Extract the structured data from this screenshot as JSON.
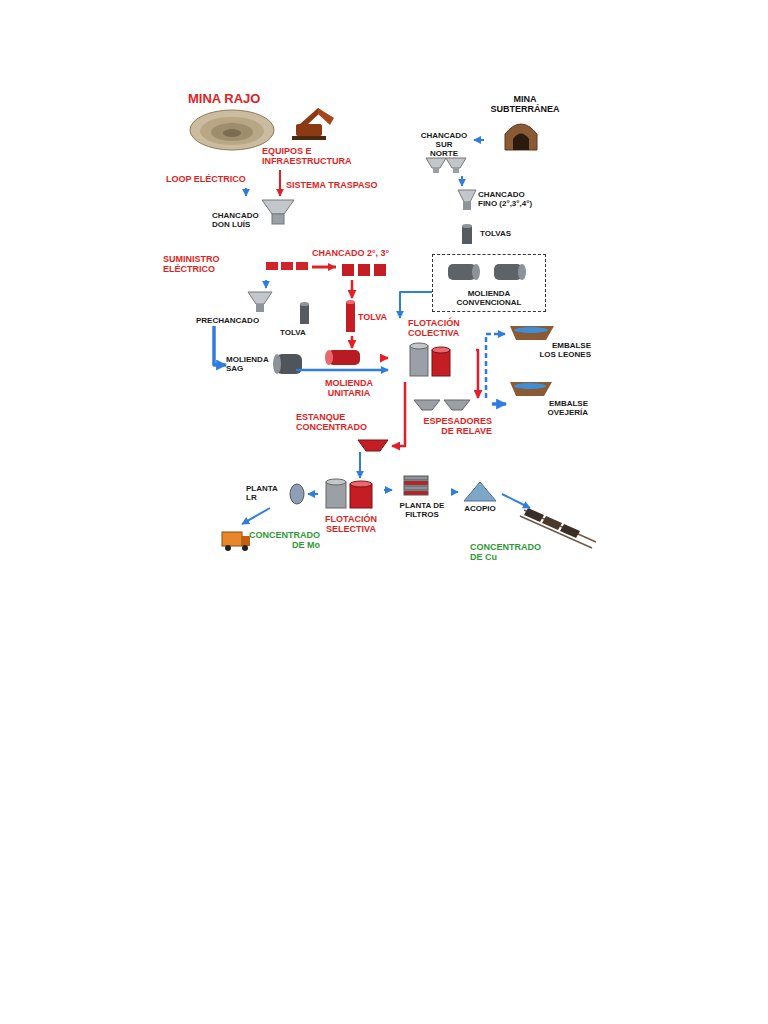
{
  "diagram": {
    "nodes": [
      {
        "text": [
          "MINA RAJO"
        ]
      },
      {
        "text": [
          "EQUIPOS E INFRAESTRUCTURA"
        ]
      },
      {
        "text": [
          "LOOP ELÉCTRICO"
        ]
      },
      {
        "text": [
          "SISTEMA TRASPASO"
        ]
      },
      {
        "text": [
          "CHANCADO DON LUÍS"
        ]
      },
      {
        "text": [
          "MINA SUBTERRÁNEA"
        ]
      },
      {
        "text": [
          "CHANCADO",
          "SUR NORTE"
        ]
      },
      {
        "text": [
          "CHANCADO FINO (2°,3°,4°)"
        ]
      },
      {
        "text": [
          "TOLVAS"
        ]
      },
      {
        "text": [
          "SUMINISTRO ELÉCTRICO"
        ]
      },
      {
        "text": [
          "CHANCADO 2°, 3°"
        ]
      },
      {
        "text": [
          "MOLIENDA CONVENCIONAL"
        ]
      },
      {
        "text": [
          "PRECHANCADO"
        ]
      },
      {
        "text": [
          "TOLVA"
        ]
      },
      {
        "text": [
          "TOLVA"
        ]
      },
      {
        "text": [
          "FLOTACIÓN COLECTIVA"
        ]
      },
      {
        "text": [
          "EMBALSE LOS LEONES"
        ]
      },
      {
        "text": [
          "MOLIENDA SAG"
        ]
      },
      {
        "text": [
          "MOLIENDA UNITARIA"
        ]
      },
      {
        "text": [
          "EMBALSE OVEJERÍA"
        ]
      },
      {
        "text": [
          "ESTANQUE CONCENTRADO"
        ]
      },
      {
        "text": [
          "ESPESADORES DE RELAVE"
        ]
      },
      {
        "text": [
          "PLANTA LR"
        ]
      },
      {
        "text": [
          "FLOTACIÓN SELECTIVA"
        ]
      },
      {
        "text": [
          "PLANTA DE FILTROS"
        ]
      },
      {
        "text": [
          "ACOPIO"
        ]
      },
      {
        "text": [
          "CONCENTRADO DE Mo"
        ]
      },
      {
        "text": [
          "CONCENTRADO DE Cu"
        ]
      }
    ],
    "edges": [
      {
        "from": 2,
        "to": 4,
        "arrow": "to"
      },
      {
        "from": 1,
        "to": 4,
        "arrow": "to"
      },
      {
        "from": 5,
        "to": 6,
        "arrow": "to"
      },
      {
        "from": 6,
        "to": 7,
        "arrow": "to"
      },
      {
        "from": 10,
        "to": 12,
        "arrow": "to"
      },
      {
        "from": 10,
        "to": 14,
        "arrow": "to"
      },
      {
        "from": 12,
        "to": 17,
        "arrow": "to"
      },
      {
        "from": 11,
        "to": 15,
        "arrow": "to"
      },
      {
        "from": 17,
        "to": 15,
        "arrow": "to"
      },
      {
        "from": 14,
        "to": 18,
        "arrow": "to"
      },
      {
        "from": 18,
        "to": 15,
        "arrow": "to"
      },
      {
        "from": 15,
        "to": 21,
        "arrow": "to"
      },
      {
        "from": 15,
        "to": 20,
        "arrow": "to"
      },
      {
        "from": 21,
        "to": 16,
        "arrow": "to"
      },
      {
        "from": 21,
        "to": 19,
        "arrow": "to"
      },
      {
        "from": 20,
        "to": 23,
        "arrow": "to"
      },
      {
        "from": 23,
        "to": 22,
        "arrow": "to"
      },
      {
        "from": 22,
        "to": 26,
        "arrow": "to"
      },
      {
        "from": 23,
        "to": 24,
        "arrow": "to"
      },
      {
        "from": 24,
        "to": 25,
        "arrow": "to"
      },
      {
        "from": 25,
        "to": 27,
        "arrow": "to"
      }
    ]
  }
}
